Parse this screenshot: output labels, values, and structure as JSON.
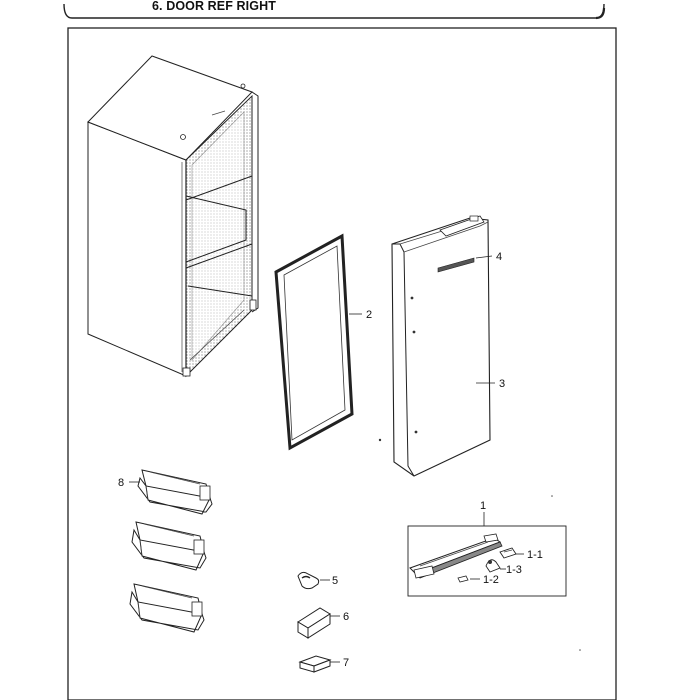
{
  "header": {
    "title": "6. DOOR REF RIGHT"
  },
  "callouts": {
    "c1": "1",
    "c1_1": "1-1",
    "c1_2": "1-2",
    "c1_3": "1-3",
    "c2": "2",
    "c3": "3",
    "c4": "4",
    "c5": "5",
    "c6": "6",
    "c7": "7",
    "c8": "8"
  }
}
